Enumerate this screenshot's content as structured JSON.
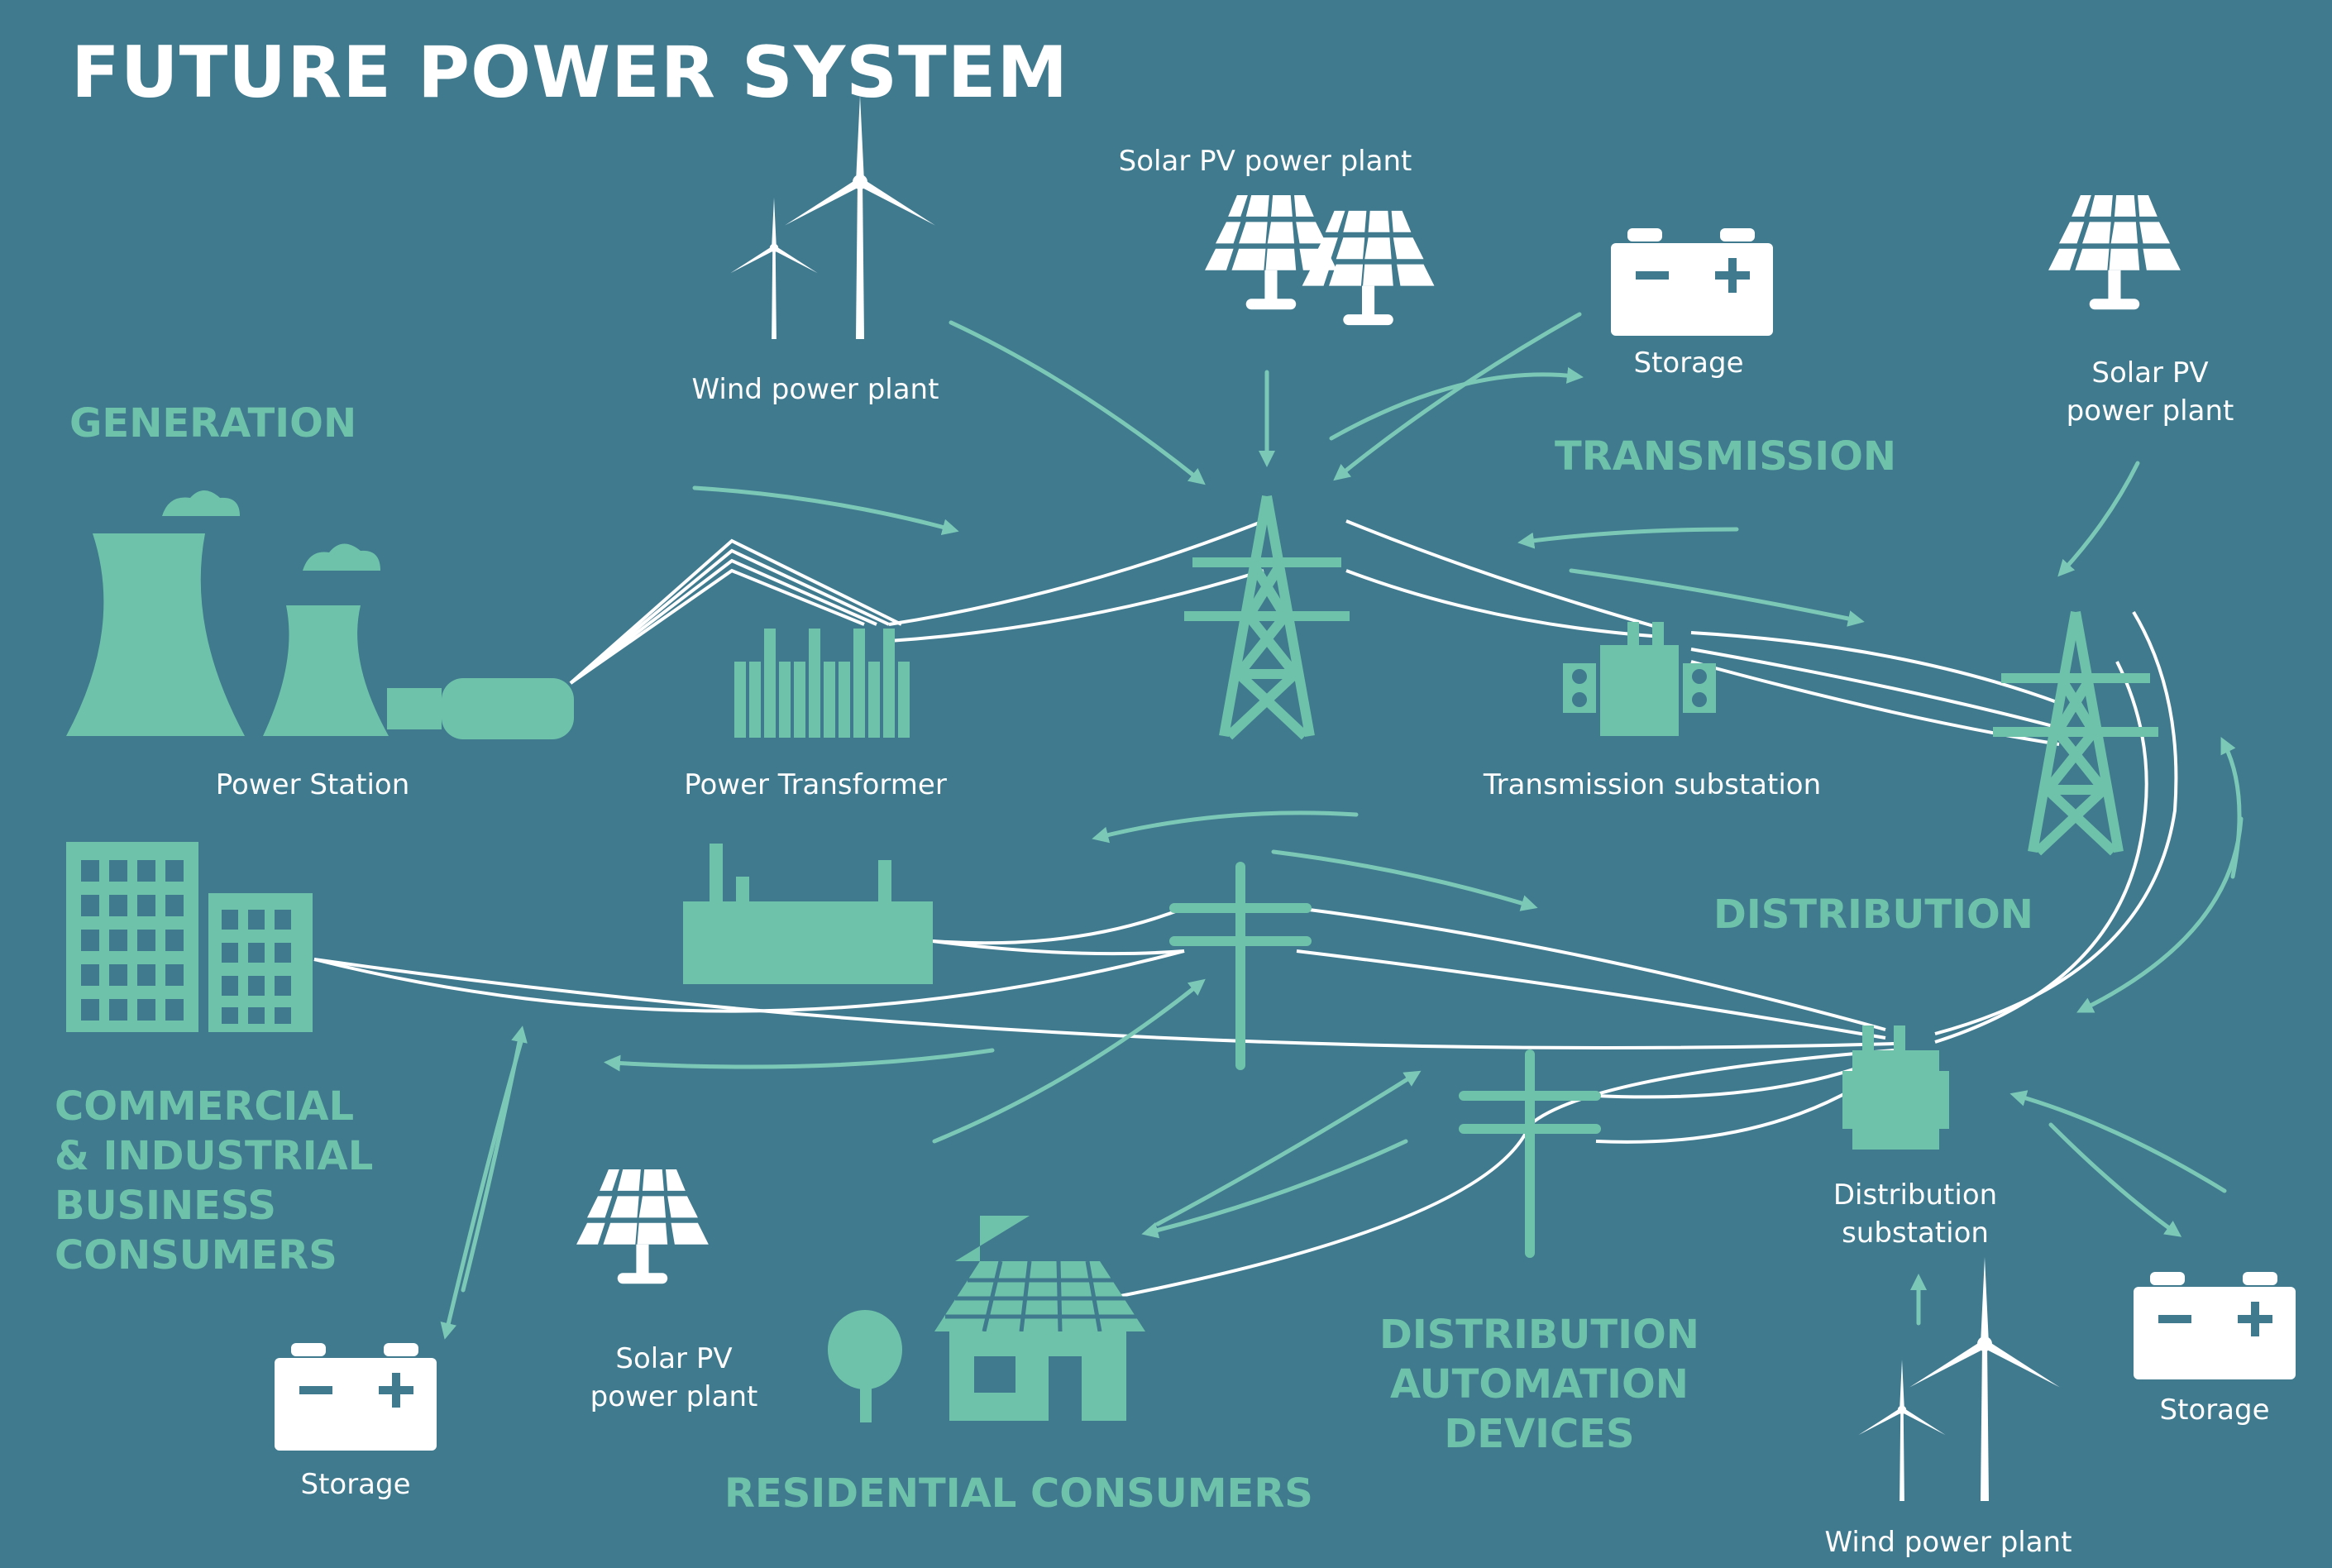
{
  "title": "FUTURE POWER SYSTEM",
  "colors": {
    "background": "#3f7a8e",
    "accent": "#6fc2aa",
    "icon_white": "#ffffff"
  },
  "sections": {
    "generation": "GENERATION",
    "transmission": "TRANSMISSION",
    "distribution": "DISTRIBUTION",
    "commercial": "COMMERCIAL\n& INDUSTRIAL\nBUSINESS\nCONSUMERS",
    "automation": "DISTRIBUTION\nAUTOMATION\nDEVICES",
    "residential": "RESIDENTIAL CONSUMERS"
  },
  "labels": {
    "wind_top": "Wind power plant",
    "solar_top": "Solar PV power plant",
    "storage_top": "Storage",
    "solar_right": "Solar PV\npower plant",
    "power_station": "Power Station",
    "power_transformer": "Power Transformer",
    "transmission_substation": "Transmission substation",
    "distribution_substation": "Distribution\nsubstation",
    "solar_bottom": "Solar PV\npower plant",
    "storage_left": "Storage",
    "storage_right": "Storage",
    "wind_bottom": "Wind power plant"
  },
  "icons": [
    "wind-turbine-icon",
    "solar-panel-icon",
    "battery-icon",
    "cooling-tower-icon",
    "generator-icon",
    "transformer-icon",
    "transmission-tower-icon",
    "substation-icon",
    "office-building-icon",
    "factory-icon",
    "utility-pole-icon",
    "house-icon",
    "tree-icon",
    "flow-arrow-icon"
  ]
}
